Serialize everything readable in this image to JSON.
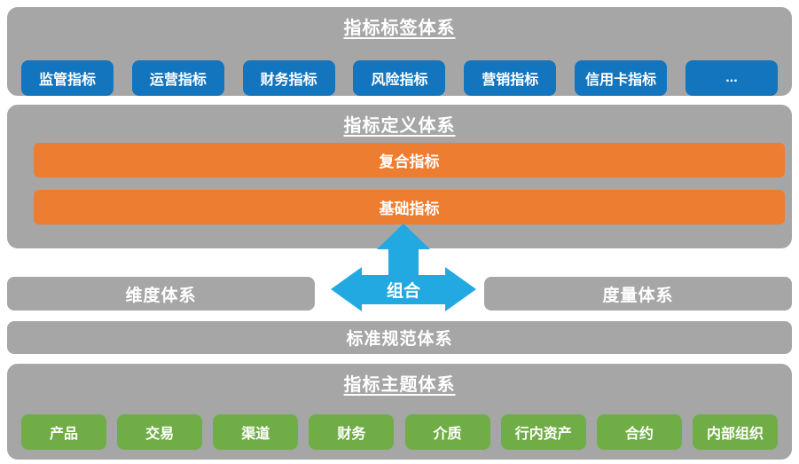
{
  "colors": {
    "panel_gray": "#a6a6a6",
    "tag_blue": "#1375bd",
    "bar_orange": "#ed7d31",
    "theme_green": "#70ad47",
    "arrow_cyan": "#22a9e2",
    "text_white": "#ffffff"
  },
  "tag_system": {
    "title": "指标标签体系",
    "tags": [
      "监管指标",
      "运营指标",
      "财务指标",
      "风险指标",
      "营销指标",
      "信用卡指标",
      "..."
    ]
  },
  "definition_system": {
    "title": "指标定义体系",
    "bars": [
      "复合指标",
      "基础指标"
    ]
  },
  "combine_arrow": {
    "label": "组合"
  },
  "dimension_system": {
    "label": "维度体系"
  },
  "measure_system": {
    "label": "度量体系"
  },
  "standard_system": {
    "label": "标准规范体系"
  },
  "theme_system": {
    "title": "指标主题体系",
    "themes": [
      "产品",
      "交易",
      "渠道",
      "财务",
      "介质",
      "行内资产",
      "合约",
      "内部组织"
    ]
  }
}
